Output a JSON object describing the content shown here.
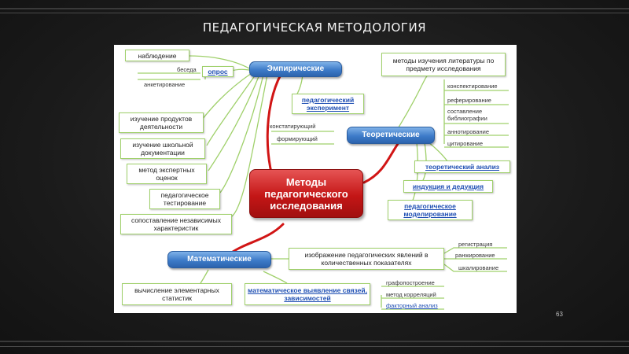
{
  "slide": {
    "title": "ПЕДАГОГИЧЕСКАЯ МЕТОДОЛОГИЯ",
    "page_number": "63"
  },
  "diagram": {
    "center": "Методы педагогического исследования",
    "branches": {
      "empirical": {
        "label": "Эмпирические",
        "nodes": {
          "observation": "наблюдение",
          "survey": "опрос",
          "conversation": "беседа",
          "questionnaire": "анкетирование",
          "products": "изучение продуктов деятельности",
          "school_docs": "изучение школьной документации",
          "expert": "метод экспертных оценок",
          "testing": "педагогическое тестирование",
          "comparison": "сопоставление независимых характеристик",
          "experiment": "педагогический эксперимент",
          "ascertaining": "констатирующий",
          "forming": "формирующий"
        }
      },
      "theoretical": {
        "label": "Теоретические",
        "nodes": {
          "literature": "методы изучения литературы по предмету исследования",
          "summarizing": "конспектирование",
          "reviewing": "реферирование",
          "bibliography": "составление библиографии",
          "annotating": "аннотирование",
          "citing": "цитирование",
          "analysis": "теоретический анализ",
          "induction": "индукция и дедукция",
          "modeling": "педагогическое моделирование"
        }
      },
      "mathematical": {
        "label": "Математические",
        "nodes": {
          "representation": "изображение педагогических явлений в количественных показателях",
          "registration": "регистрация",
          "ranking": "ранжирование",
          "scaling": "шкалирование",
          "elementary_stats": "вычисление элементарных статистик",
          "math_identification": "математическое выявление связей, зависимостей",
          "graphing": "графопостроение",
          "correlation": "метод корреляций",
          "factor": "факторный анализ"
        }
      }
    }
  },
  "colors": {
    "background": "#1b1b1b",
    "title_text": "#f2f2f2",
    "node_border": "#9fd06a",
    "connector_green": "#9fd06a",
    "connector_red": "#d11515",
    "branch_blue": "#3d7bc8",
    "center_red": "#c41616",
    "link_blue": "#1f4fb3",
    "stripe": "#6a6a6a"
  }
}
